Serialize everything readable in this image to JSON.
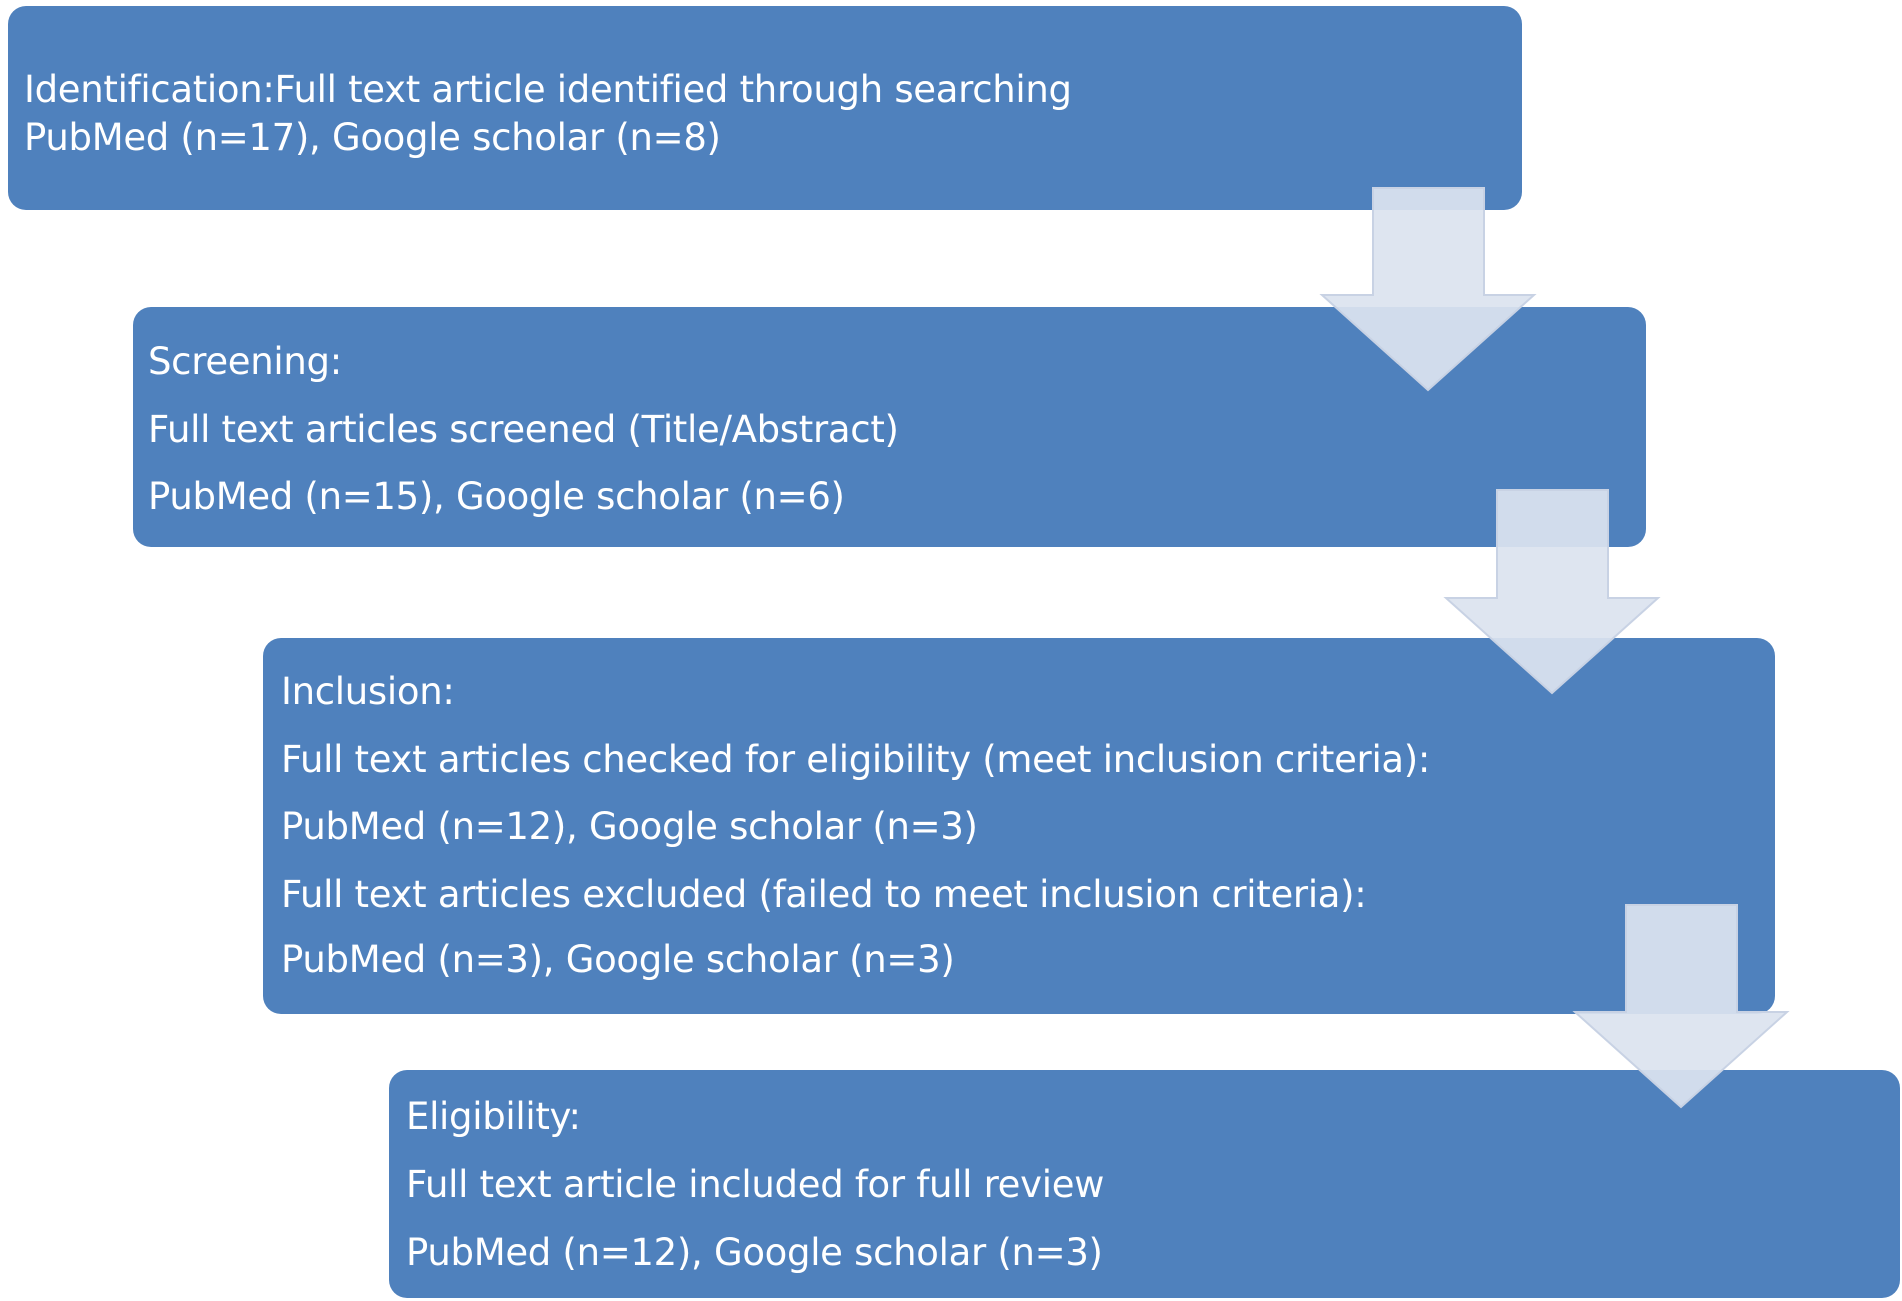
{
  "steps": [
    {
      "lines": [
        "Identification:Full text article identified through searching",
        "PubMed (n=17), Google scholar (n=8)"
      ]
    },
    {
      "lines": [
        "Screening:",
        "Full text articles screened (Title/Abstract)",
        "PubMed (n=15), Google scholar (n=6)"
      ]
    },
    {
      "lines": [
        "Inclusion:",
        "Full text articles checked for eligibility (meet inclusion criteria):",
        "PubMed (n=12), Google scholar (n=3)",
        "Full text articles excluded (failed to meet inclusion criteria):",
        "PubMed (n=3), Google scholar (n=3)"
      ]
    },
    {
      "lines": [
        "Eligibility:",
        "Full text article included for full review",
        "PubMed (n=12), Google scholar (n=3)"
      ]
    }
  ],
  "colors": {
    "box_fill": "#4f81bd",
    "box_text": "#ffffff",
    "arrow_fill": "#dce3ef",
    "background": "#ffffff"
  }
}
